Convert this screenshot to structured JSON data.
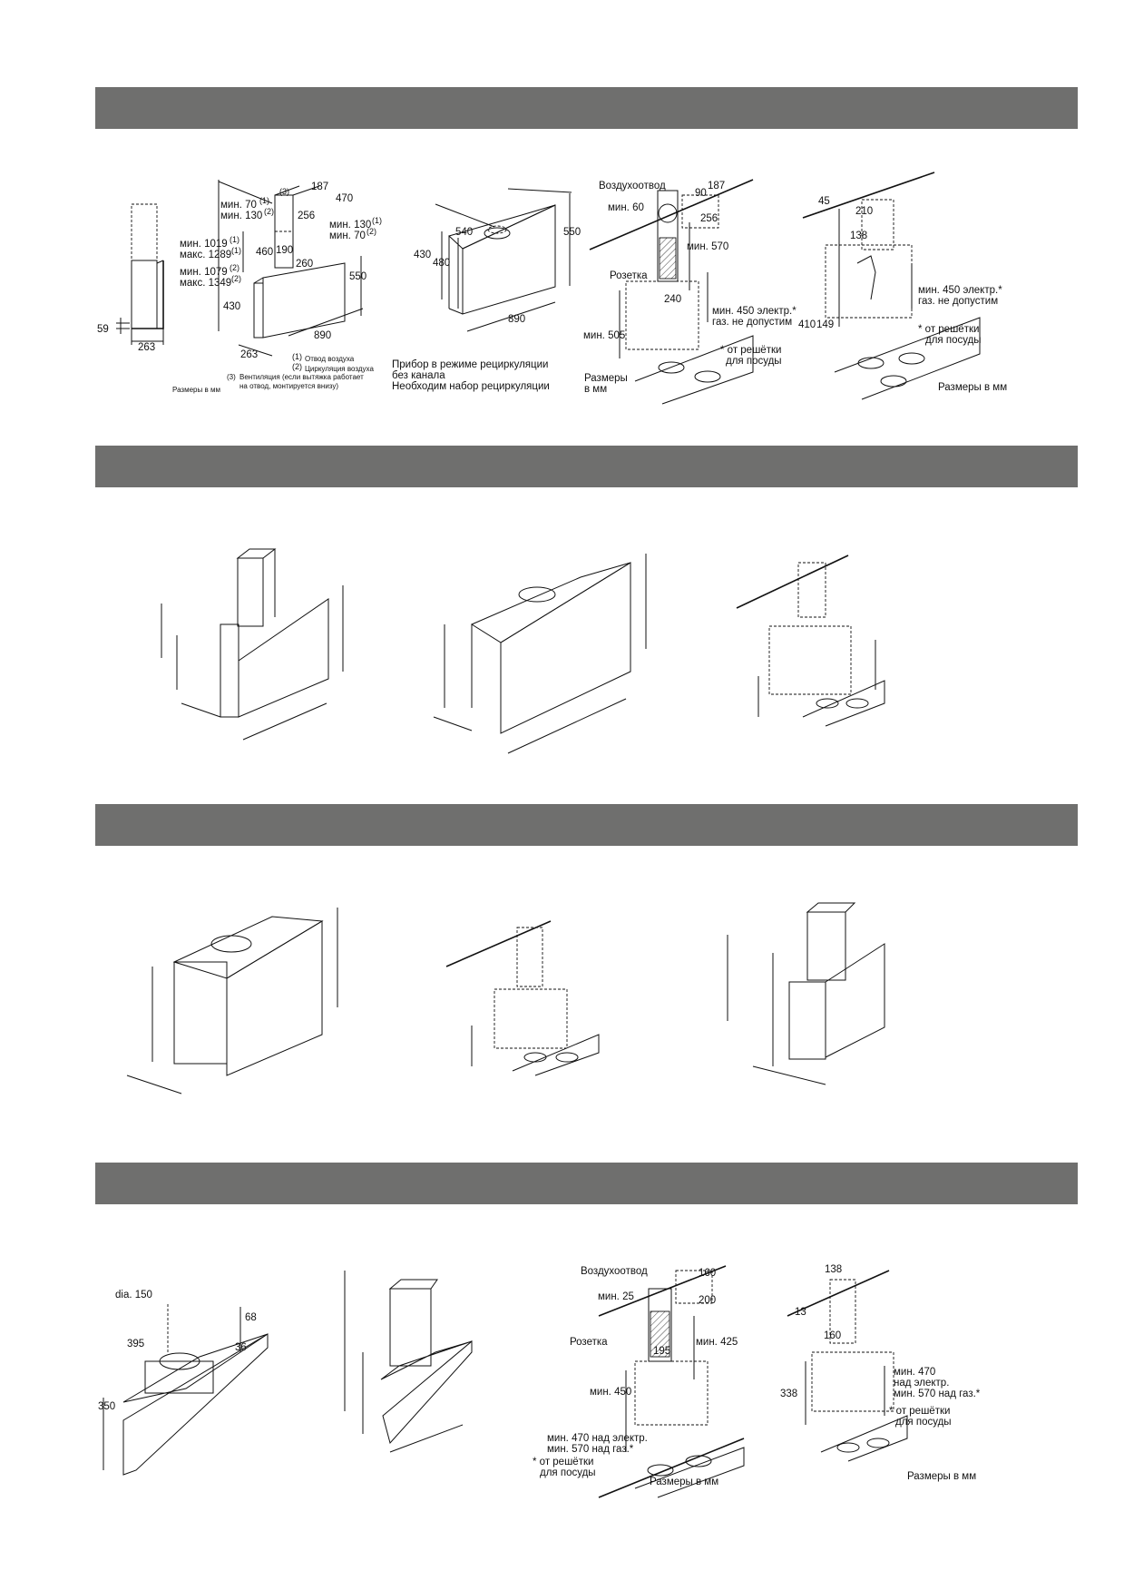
{
  "colors": {
    "band": "#6f6f6e",
    "line": "#111111"
  },
  "row1": {
    "side_view": {
      "d59": "59",
      "d263": "263",
      "units": "Размеры в мм"
    },
    "chimney_view": {
      "d187": "187",
      "d470": "470",
      "n3": "(3)",
      "d256": "256",
      "min70": "мин. 70",
      "min130": "мин. 130",
      "sup1": "(1)",
      "sup2": "(2)",
      "min1019": "мин. 1019",
      "max1289": "макс. 1289",
      "min1079": "мин. 1079",
      "max1349": "макс. 1349",
      "min130b": "мин. 130",
      "min70b": "мин. 70",
      "d460": "460",
      "d190": "190",
      "d260": "260",
      "d550": "550",
      "d430": "430",
      "d890": "890",
      "d263": "263",
      "note1": "Отвод воздуха",
      "note2": "Циркуляция воздуха",
      "note3a": "Вентиляция (если вытяжка работает",
      "note3b": "на отвод, монтируется внизу)"
    },
    "recirc_view": {
      "d540": "540",
      "d550": "550",
      "d430": "430",
      "d480": "480",
      "d890": "890",
      "line1": "Прибор в режиме рециркуляции",
      "line2": "без канала",
      "line3": "Необходим набор рециркуляции"
    },
    "wall_view": {
      "air_outlet": "Воздухоотвод",
      "d187": "187",
      "d90": "90",
      "min60": "мин. 60",
      "d256": "256",
      "min570": "мин. 570",
      "socket": "Розетка",
      "d240": "240",
      "min450a": "мин. 450 электр.*",
      "min450b": "газ. не допустим",
      "min505": "мин. 505",
      "note_a": "* от решётки",
      "note_b": "для посуды",
      "units_a": "Размеры",
      "units_b": "в мм"
    },
    "mount_view": {
      "d45": "45",
      "d210": "210",
      "d138": "138",
      "min450a": "мин. 450 электр.*",
      "min450b": "газ. не допустим",
      "d410": "410",
      "d149": "149",
      "note_a": "* от решётки",
      "note_b": "для посуды",
      "units": "Размеры в мм"
    }
  },
  "row4": {
    "flat_view": {
      "dia": "dia. 150",
      "d68": "68",
      "d395": "395",
      "d36": "36",
      "d350": "350"
    },
    "wall_view": {
      "air_outlet": "Воздухоотвод",
      "d160": "160",
      "min25": "мин. 25",
      "d200": "200",
      "socket": "Розетка",
      "d195": "195",
      "min425": "мин. 425",
      "min450": "мин. 450",
      "min470a": "мин. 470 над электр.",
      "min570a": "мин. 570 над газ.*",
      "note_a": "* от решётки",
      "note_b": "для посуды",
      "units": "Размеры в мм"
    },
    "mount_view": {
      "d138": "138",
      "d13": "13",
      "d160": "160",
      "d338": "338",
      "min470": "мин. 470",
      "over_el": "над электр.",
      "min570": "мин. 570 над газ.*",
      "note_a": "* от решётки",
      "note_b": "для посуды",
      "units": "Размеры в мм"
    }
  }
}
